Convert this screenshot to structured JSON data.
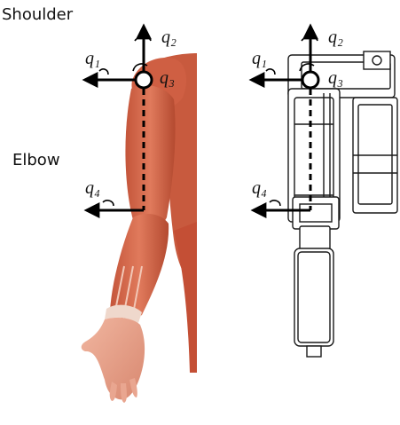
{
  "labels": {
    "shoulder": "Shoulder",
    "elbow": "Elbow"
  },
  "joints": {
    "q1": "q₁",
    "q2": "q₂",
    "q3": "q₃",
    "q4": "q₄"
  },
  "colors": {
    "muscle_dark": "#b6492f",
    "muscle_mid": "#d96a4c",
    "muscle_light": "#ee9a7e",
    "tendon": "#efd8cc",
    "device_line": "#1a1a1a",
    "device_fill": "#ffffff",
    "annotation": "#000000"
  }
}
